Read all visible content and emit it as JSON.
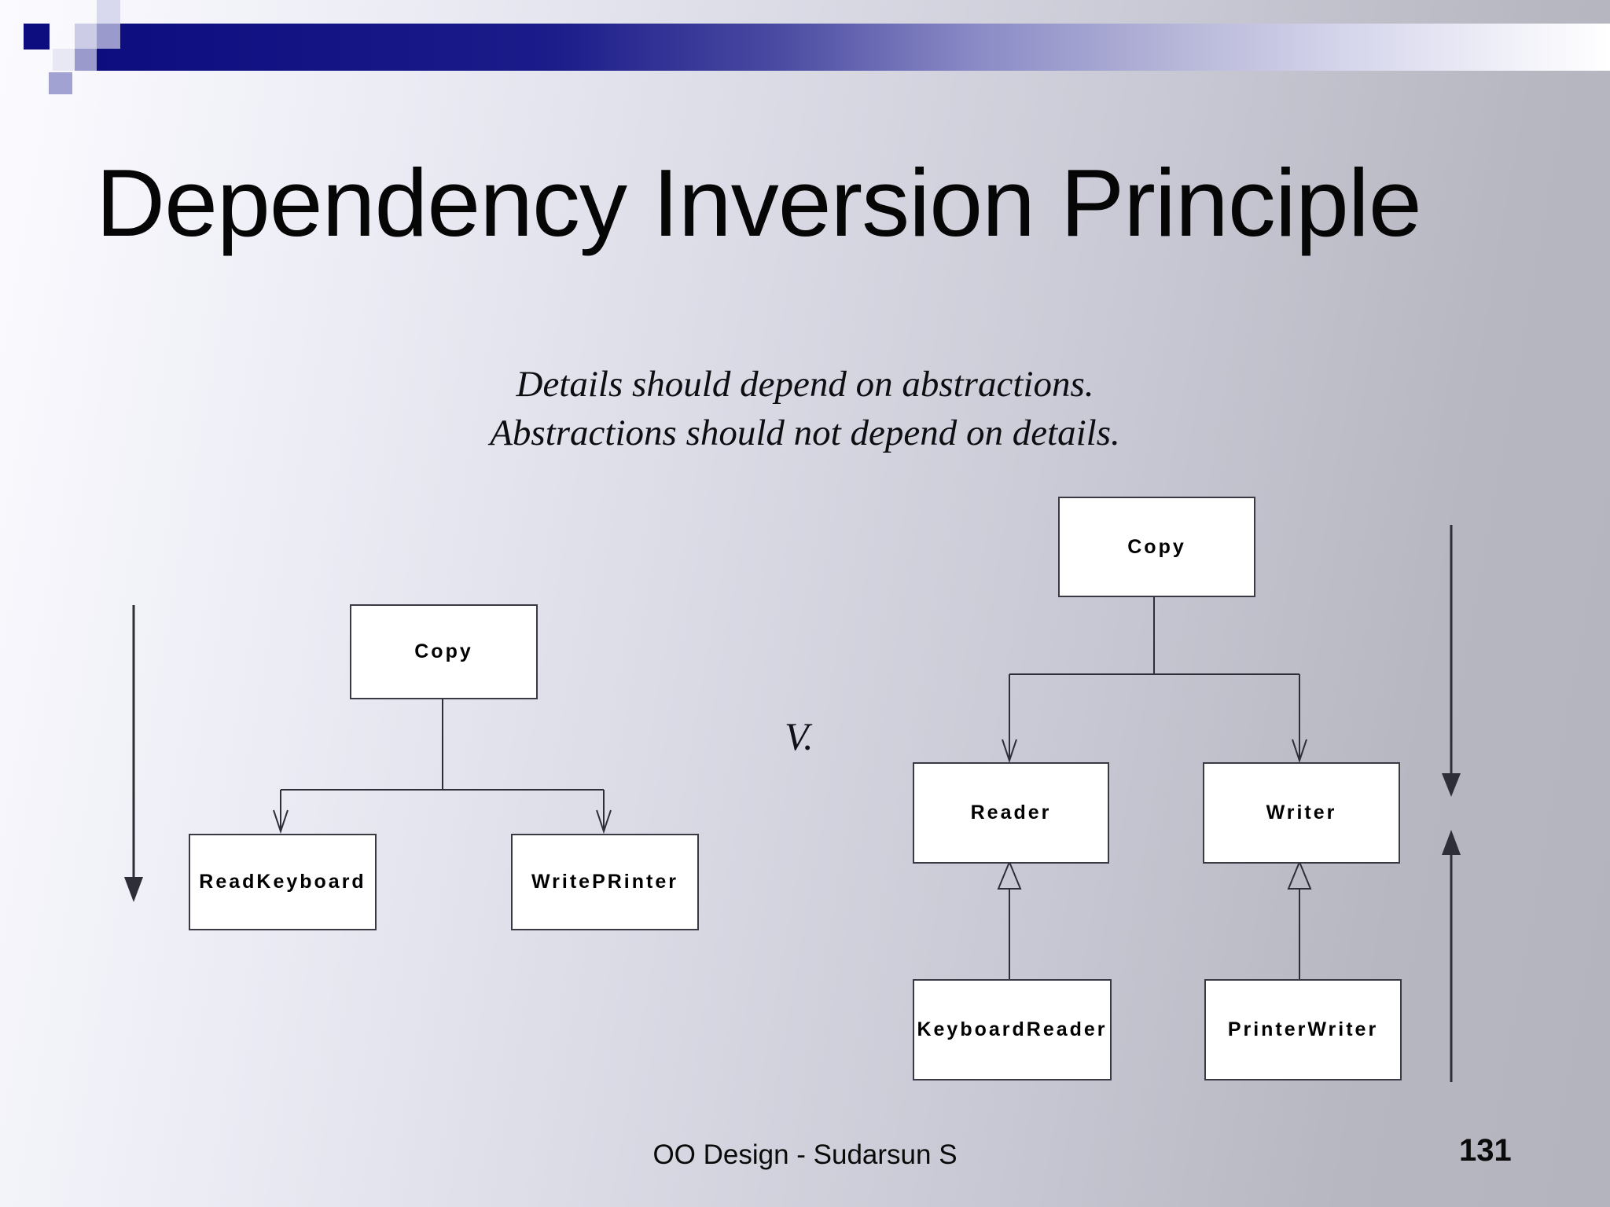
{
  "slide": {
    "title": "Dependency Inversion Principle",
    "subtitle_line1": "Details should depend on abstractions.",
    "subtitle_line2": "Abstractions should not depend on details.",
    "versus_label": "V.",
    "footer": "OO Design - Sudarsun S",
    "page_number": "131"
  },
  "left_diagram": {
    "copy_label": "Copy",
    "read_keyboard_label": "ReadKeyboard",
    "write_printer_label": "WritePRinter"
  },
  "right_diagram": {
    "copy_label": "Copy",
    "reader_label": "Reader",
    "writer_label": "Writer",
    "keyboard_reader_label": "KeyboardReader",
    "printer_writer_label": "PrinterWriter"
  },
  "colors": {
    "bar_navy": "#0d0d80",
    "line_color": "#2e2e38",
    "box_fill": "#ffffff",
    "box_border": "#3a3a44",
    "background_light": "#fbfbff",
    "background_dark": "#b4b4be"
  }
}
